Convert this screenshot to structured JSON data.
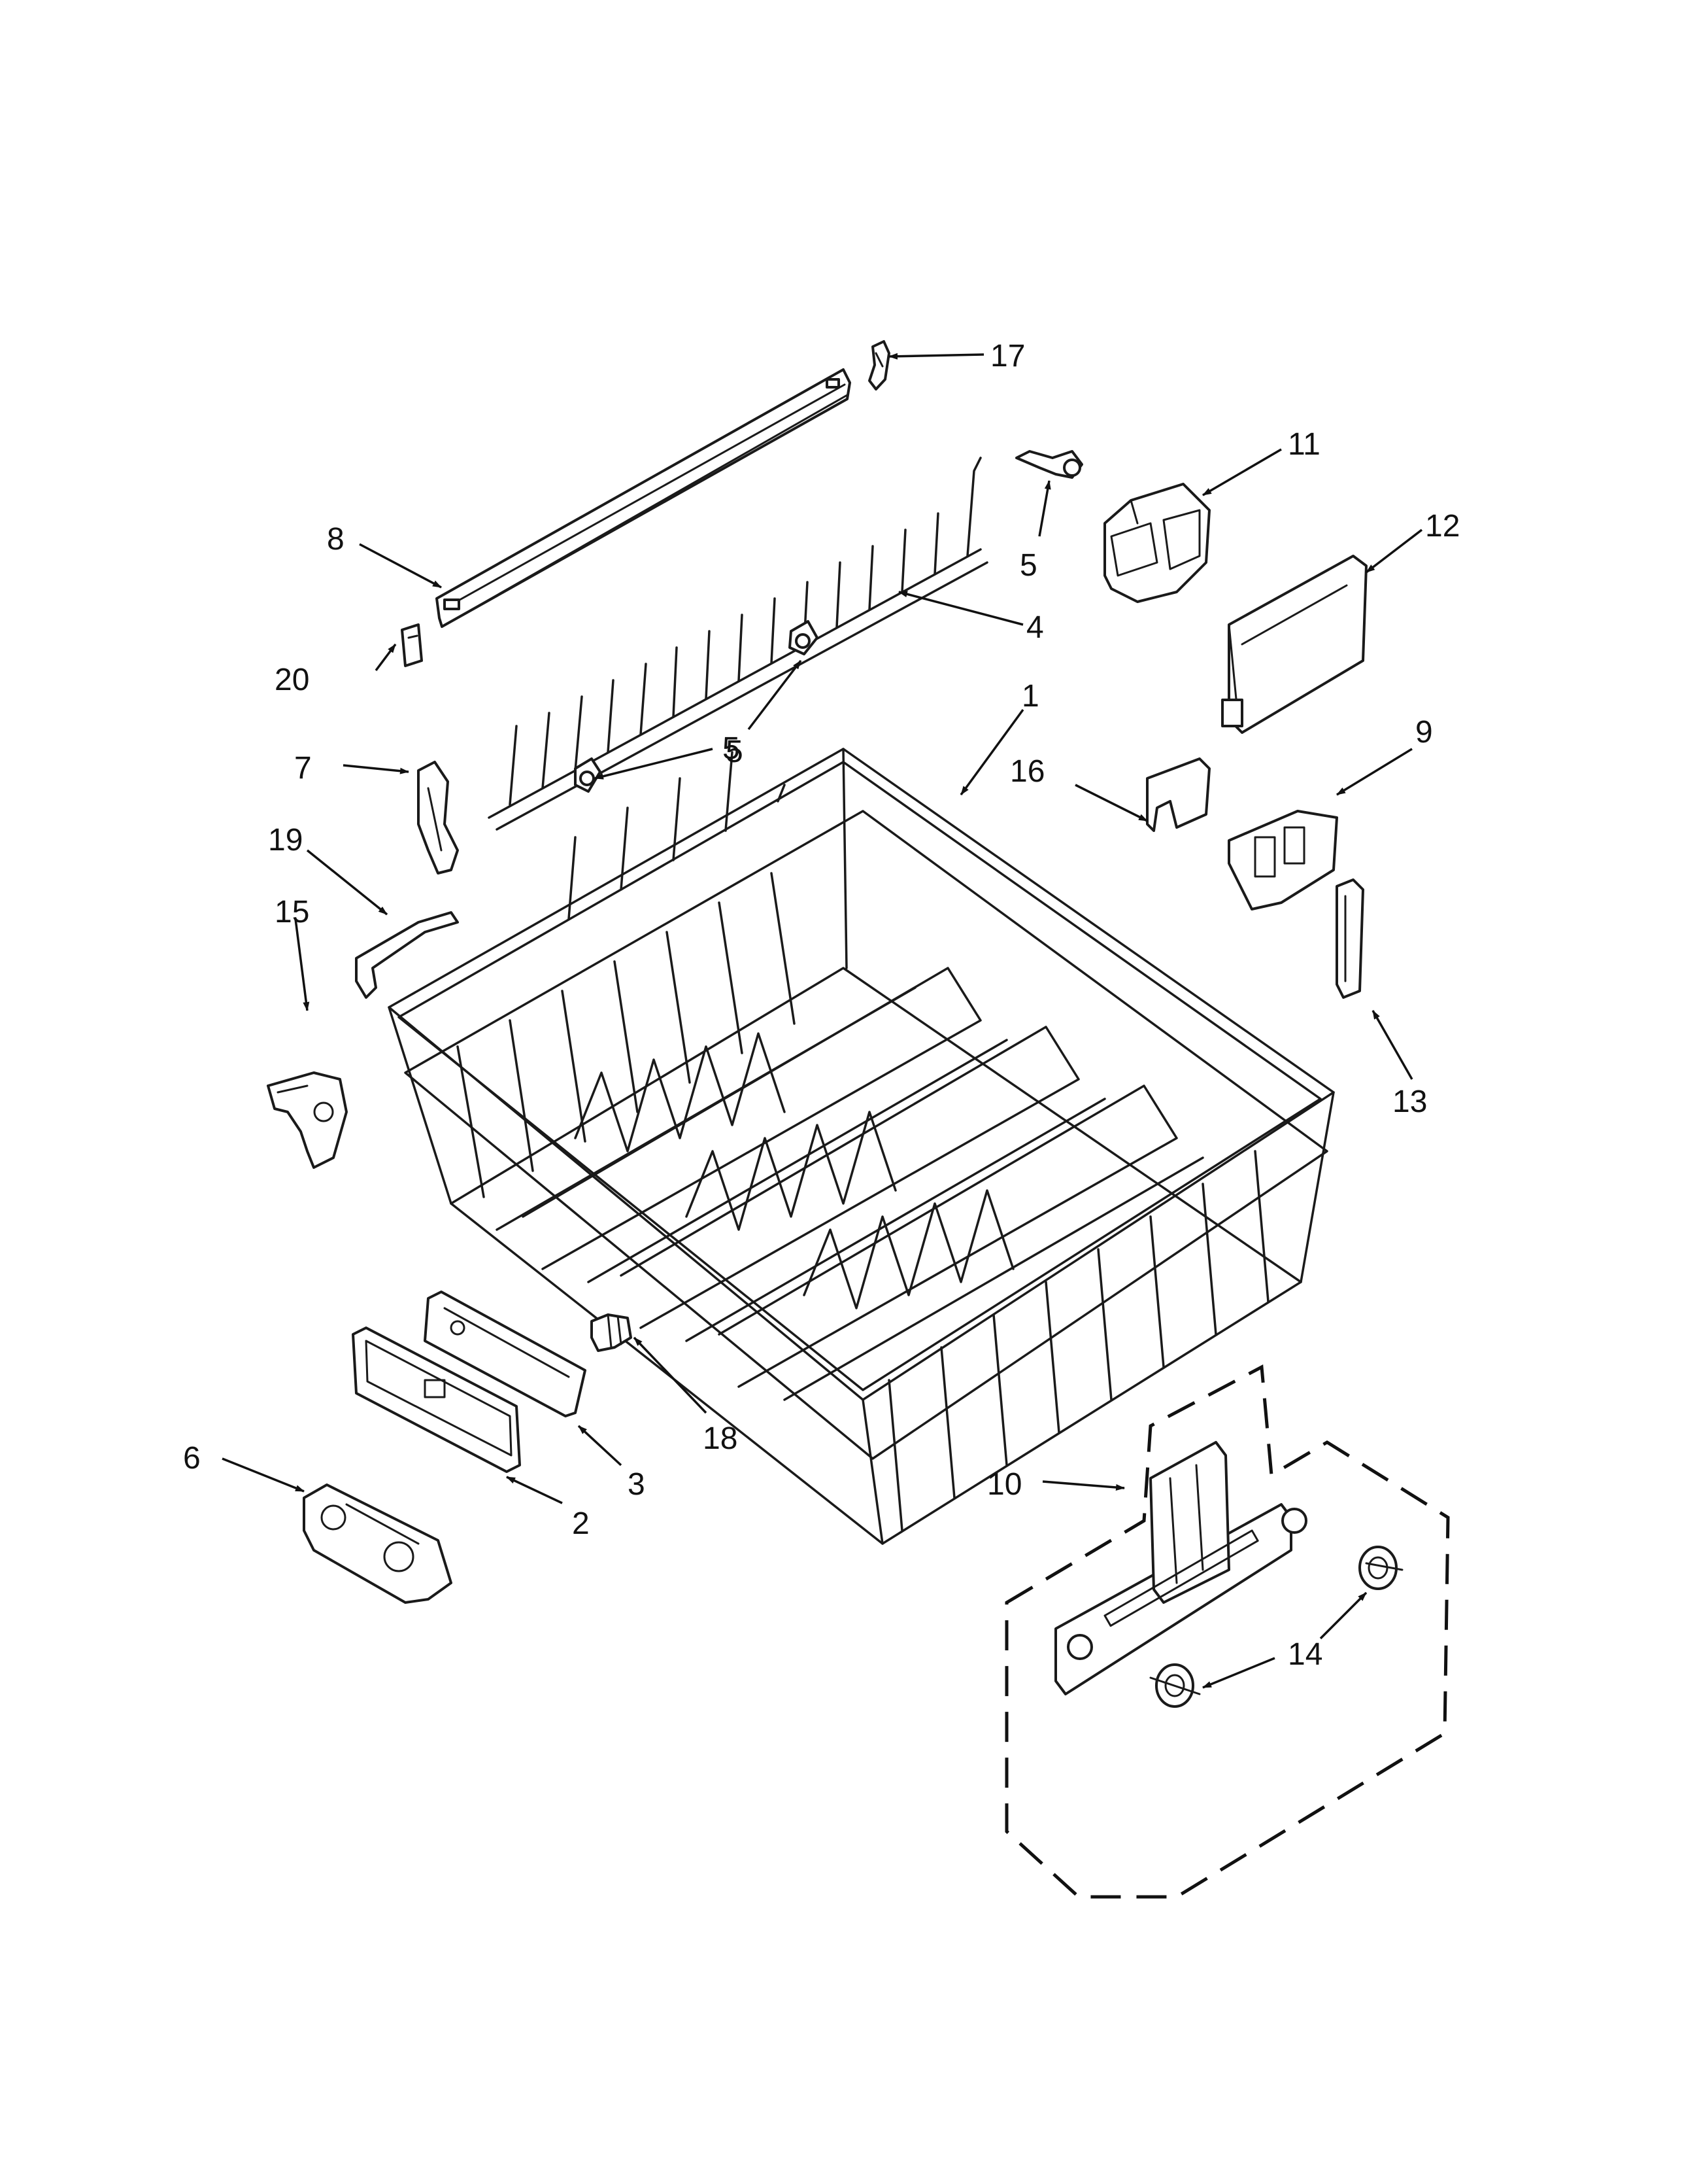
{
  "callouts": [
    {
      "id": "c1",
      "label": "1"
    },
    {
      "id": "c2",
      "label": "2"
    },
    {
      "id": "c3",
      "label": "3"
    },
    {
      "id": "c4",
      "label": "4"
    },
    {
      "id": "c5a",
      "label": "5"
    },
    {
      "id": "c5b",
      "label": "5"
    },
    {
      "id": "c5c",
      "label": "5"
    },
    {
      "id": "c6",
      "label": "6"
    },
    {
      "id": "c7",
      "label": "7"
    },
    {
      "id": "c8",
      "label": "8"
    },
    {
      "id": "c9",
      "label": "9"
    },
    {
      "id": "c10",
      "label": "10"
    },
    {
      "id": "c11",
      "label": "11"
    },
    {
      "id": "c12",
      "label": "12"
    },
    {
      "id": "c13",
      "label": "13"
    },
    {
      "id": "c14",
      "label": "14"
    },
    {
      "id": "c15",
      "label": "15"
    },
    {
      "id": "c16",
      "label": "16"
    },
    {
      "id": "c17",
      "label": "17"
    },
    {
      "id": "c18",
      "label": "18"
    },
    {
      "id": "c19",
      "label": "19"
    },
    {
      "id": "c20",
      "label": "20"
    }
  ],
  "colors": {
    "line": "#1a1a1a",
    "background": "#ffffff"
  }
}
